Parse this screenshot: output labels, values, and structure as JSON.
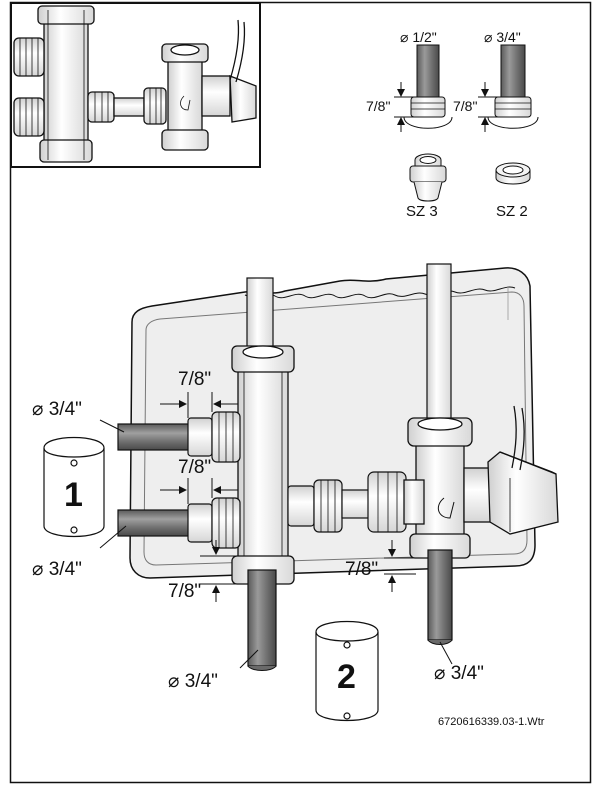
{
  "callouts": {
    "inset_pipe_left": "⌀ 1/2\"",
    "inset_pipe_right": "⌀ 3/4\"",
    "inset_dim_left": "7/8\"",
    "inset_dim_right": "7/8\"",
    "part_left": "SZ 3",
    "part_right": "SZ 2",
    "dim_top": "7/8\"",
    "dim_middle": "7/8\"",
    "dim_bottom_left": "7/8\"",
    "dim_bottom_right": "7/8\"",
    "pipe_upper_left": "⌀ 3/4\"",
    "pipe_lower_left": "⌀ 3/4\"",
    "pipe_bottom_center": "⌀ 3/4\"",
    "pipe_bottom_right": "⌀ 3/4\""
  },
  "tags": {
    "tag_1": "1",
    "tag_2": "2"
  },
  "figure_code": "6720616339.03-1.Wtr",
  "colors": {
    "line": "#111111",
    "panel": "#eeeeee",
    "pipe_dark": "#7d7d7d",
    "pipe_light": "#e6e6e6"
  }
}
